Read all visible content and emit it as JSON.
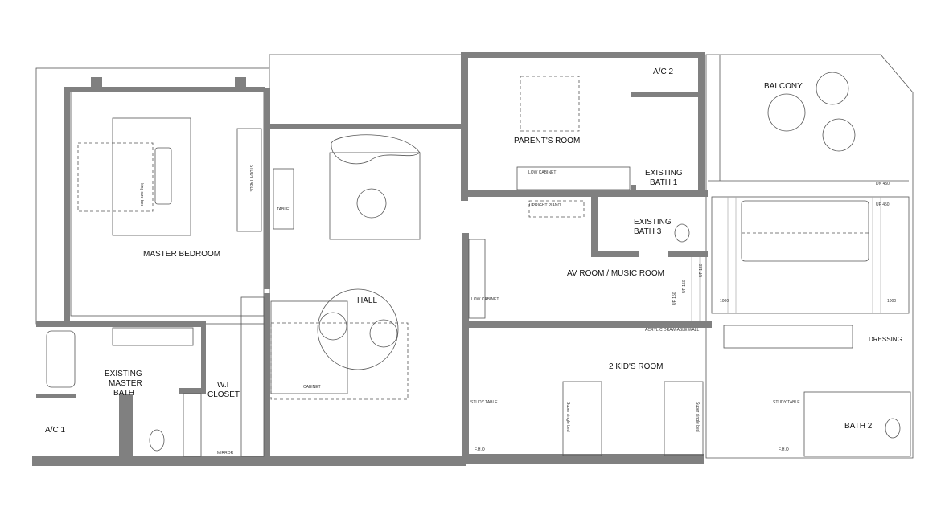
{
  "rooms": {
    "master_bedroom": "MASTER BEDROOM",
    "hall": "HALL",
    "parents_room": "PARENT'S ROOM",
    "ac2": "A/C 2",
    "balcony": "BALCONY",
    "existing_bath1_l1": "EXISTING",
    "existing_bath1_l2": "BATH 1",
    "existing_bath3_l1": "EXISTING",
    "existing_bath3_l2": "BATH 3",
    "av_room": "AV ROOM / MUSIC ROOM",
    "kids_room": "2 KID'S ROOM",
    "dressing": "DRESSING",
    "bath2": "BATH 2",
    "existing_master_bath_l1": "EXISTING",
    "existing_master_bath_l2": "MASTER",
    "existing_master_bath_l3": "BATH",
    "wi_closet_l1": "W.I",
    "wi_closet_l2": "CLOSET",
    "ac1": "A/C 1"
  },
  "furniture": {
    "study_table": "STUDY TABLE",
    "table": "TABLE",
    "king_bed": "king size bed",
    "low_cabinet": "LOW CABINET",
    "upright_piano": "UPRIGHT PIANO",
    "cabinet": "CABINET",
    "mirror": "MIRROR",
    "acrylic_wall": "ACRYLIC DRAW-ABLE WALL",
    "super_single_bed": "Super single bed",
    "fho": "F.H.O"
  },
  "levels": {
    "dn450": "DN 450",
    "up450": "UP 450",
    "up150": "UP 150",
    "dim1000": "1000"
  }
}
